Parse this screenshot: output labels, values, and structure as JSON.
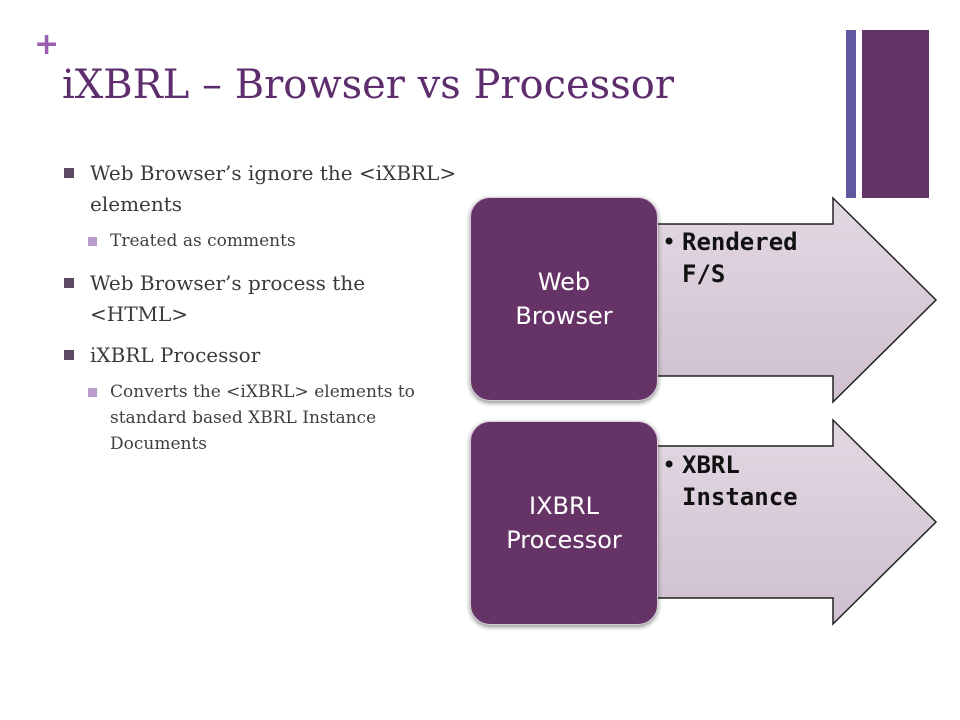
{
  "slide": {
    "plus": "+",
    "title": "iXBRL – Browser vs Processor"
  },
  "bullets": [
    {
      "text": "Web Browser’s ignore the <iXBRL> elements",
      "sub": [
        "Treated as comments"
      ]
    },
    {
      "text": "Web Browser’s process the <HTML>",
      "sub": []
    },
    {
      "text": "iXBRL Processor",
      "sub": [
        "Converts the <iXBRL> elements to standard based XBRL Instance Documents"
      ]
    }
  ],
  "diagram": {
    "rows": [
      {
        "box_line1": "Web",
        "box_line2": "Browser",
        "arrow_line1": "Rendered",
        "arrow_line2": "F/S"
      },
      {
        "box_line1": "IXBRL",
        "box_line2": "Processor",
        "arrow_line1": "XBRL",
        "arrow_line2": "Instance"
      }
    ],
    "colors": {
      "box": "#663366",
      "arrow": "#d9cdd9",
      "accent": "#9b5fb0"
    }
  }
}
